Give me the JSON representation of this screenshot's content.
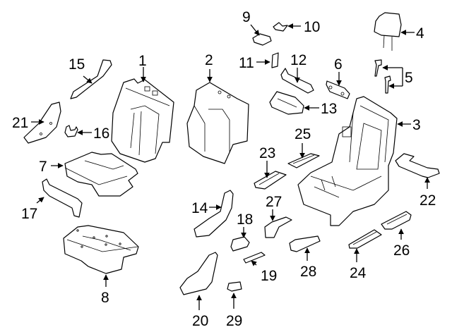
{
  "diagram": {
    "type": "exploded-parts-diagram",
    "subject": "Rear seat components",
    "callouts": [
      {
        "id": "1"
      },
      {
        "id": "2"
      },
      {
        "id": "3"
      },
      {
        "id": "4"
      },
      {
        "id": "5"
      },
      {
        "id": "6"
      },
      {
        "id": "7"
      },
      {
        "id": "8"
      },
      {
        "id": "9"
      },
      {
        "id": "10"
      },
      {
        "id": "11"
      },
      {
        "id": "12"
      },
      {
        "id": "13"
      },
      {
        "id": "14"
      },
      {
        "id": "15"
      },
      {
        "id": "16"
      },
      {
        "id": "17"
      },
      {
        "id": "18"
      },
      {
        "id": "19"
      },
      {
        "id": "20"
      },
      {
        "id": "21"
      },
      {
        "id": "22"
      },
      {
        "id": "23"
      },
      {
        "id": "24"
      },
      {
        "id": "25"
      },
      {
        "id": "26"
      },
      {
        "id": "27"
      },
      {
        "id": "28"
      },
      {
        "id": "29"
      }
    ],
    "colors": {
      "line": "#000000",
      "background": "#ffffff"
    }
  }
}
